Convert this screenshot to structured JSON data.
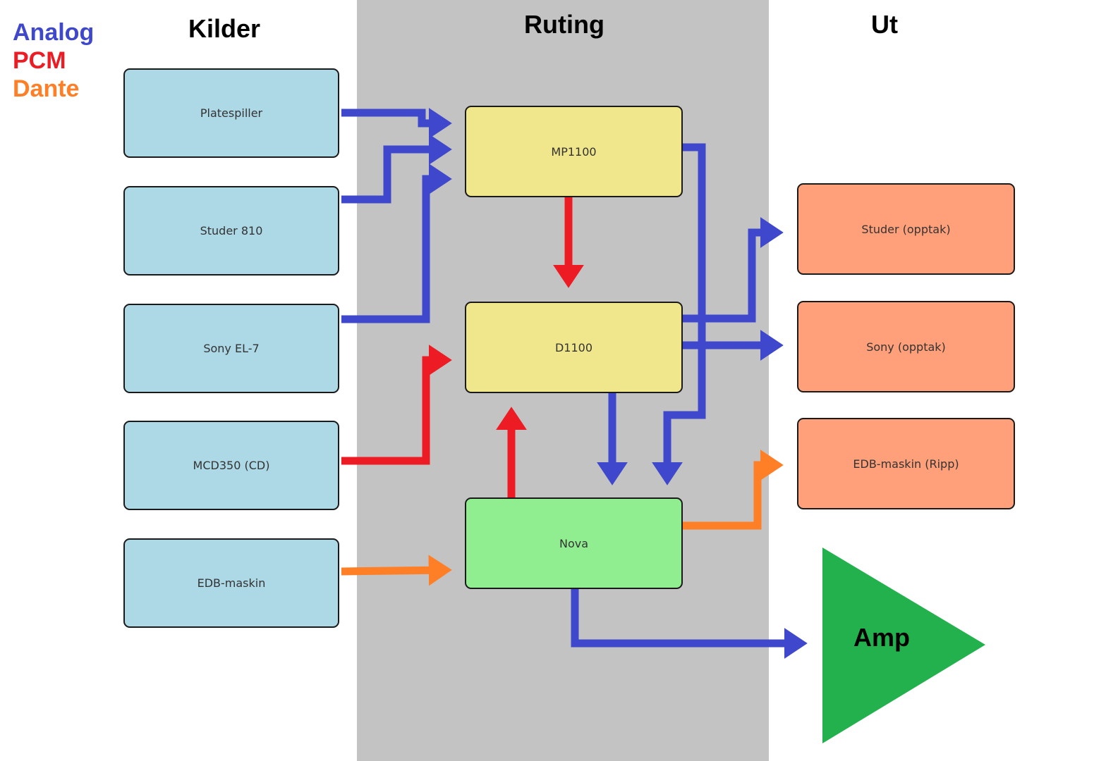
{
  "legend": [
    {
      "label": "Analog",
      "color": "#3f48cc"
    },
    {
      "label": "PCM",
      "color": "#ed1c24"
    },
    {
      "label": "Dante",
      "color": "#ff7f27"
    }
  ],
  "columns": {
    "sources": "Kilder",
    "routing": "Ruting",
    "outputs": "Ut"
  },
  "sources": [
    "Platespiller",
    "Studer 810",
    "Sony EL-7",
    "MCD350 (CD)",
    "EDB-maskin"
  ],
  "routing": [
    "MP1100",
    "D1100",
    "Nova"
  ],
  "outputs": [
    "Studer (opptak)",
    "Sony (opptak)",
    "EDB-maskin (Ripp)"
  ],
  "amp": {
    "label": "Amp",
    "color": "#22b14c"
  },
  "connections": [
    {
      "from": "Platespiller",
      "to": "MP1100",
      "type": "Analog"
    },
    {
      "from": "Studer 810",
      "to": "MP1100",
      "type": "Analog"
    },
    {
      "from": "Sony EL-7",
      "to": "MP1100",
      "type": "Analog"
    },
    {
      "from": "MCD350 (CD)",
      "to": "D1100",
      "type": "PCM"
    },
    {
      "from": "EDB-maskin",
      "to": "Nova",
      "type": "Dante"
    },
    {
      "from": "MP1100",
      "to": "D1100",
      "type": "PCM"
    },
    {
      "from": "Nova",
      "to": "D1100",
      "type": "PCM"
    },
    {
      "from": "D1100",
      "to": "Nova",
      "type": "Analog"
    },
    {
      "from": "MP1100",
      "to": "Nova",
      "type": "Analog"
    },
    {
      "from": "D1100",
      "to": "Studer (opptak)",
      "type": "Analog"
    },
    {
      "from": "D1100",
      "to": "Sony (opptak)",
      "type": "Analog"
    },
    {
      "from": "Nova",
      "to": "EDB-maskin (Ripp)",
      "type": "Dante"
    },
    {
      "from": "Nova",
      "to": "Amp",
      "type": "Analog"
    }
  ]
}
